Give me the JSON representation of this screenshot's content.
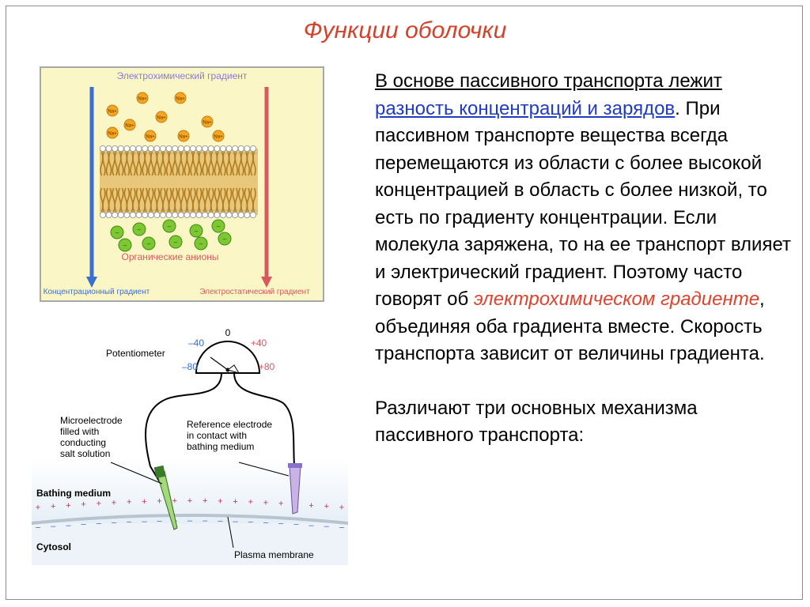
{
  "slide": {
    "title": "Функции оболочки",
    "paragraph1": {
      "part1": "В основе пассивного транспорта лежит",
      "link": "разность концентраций и зарядов",
      "part2": ". При пассивном транспорте вещества всегда перемещаются из области с более высокой концентрацией в область с более низкой, то есть по градиенту концентрации. Если молекула заряжена, то на ее транспорт влияет и электрический градиент. Поэтому часто говорят об",
      "emph": "электрохимическом градиенте",
      "part3": ", объединяя оба градиента вместе. Скорость транспорта зависит от величины градиента."
    },
    "paragraph2": "Различают три основных механизма пассивного транспорта:"
  },
  "figure1": {
    "label_top": "Электрохимический градиент",
    "label_anions": "Органические анионы",
    "label_conc": "Концентрационный градиент",
    "label_electro": "Электростатический градиент",
    "ion_label": "Na+",
    "anion_label": "–",
    "colors": {
      "panel": "#fbf6c6",
      "frame": "#a8a8a8",
      "ion": "#f5a623",
      "anion": "#7dc832",
      "lipid": "#d6a640",
      "arrow_blue": "#3a6fd0",
      "arrow_red": "#d9585e"
    }
  },
  "figure2": {
    "potentiometer": "Potentiometer",
    "scale_zero": "0",
    "scale_m40": "–40",
    "scale_p40": "+40",
    "scale_m80": "–80",
    "scale_p80": "+80",
    "microelectrode": "Microelectrode\nfilled with\nconducting\nsalt solution",
    "reference": "Reference electrode\nin contact with\nbathing medium",
    "bathing": "Bathing medium",
    "cytosol": "Cytosol",
    "membrane": "Plasma membrane",
    "plus_sign": "+",
    "minus_sign": "–"
  }
}
